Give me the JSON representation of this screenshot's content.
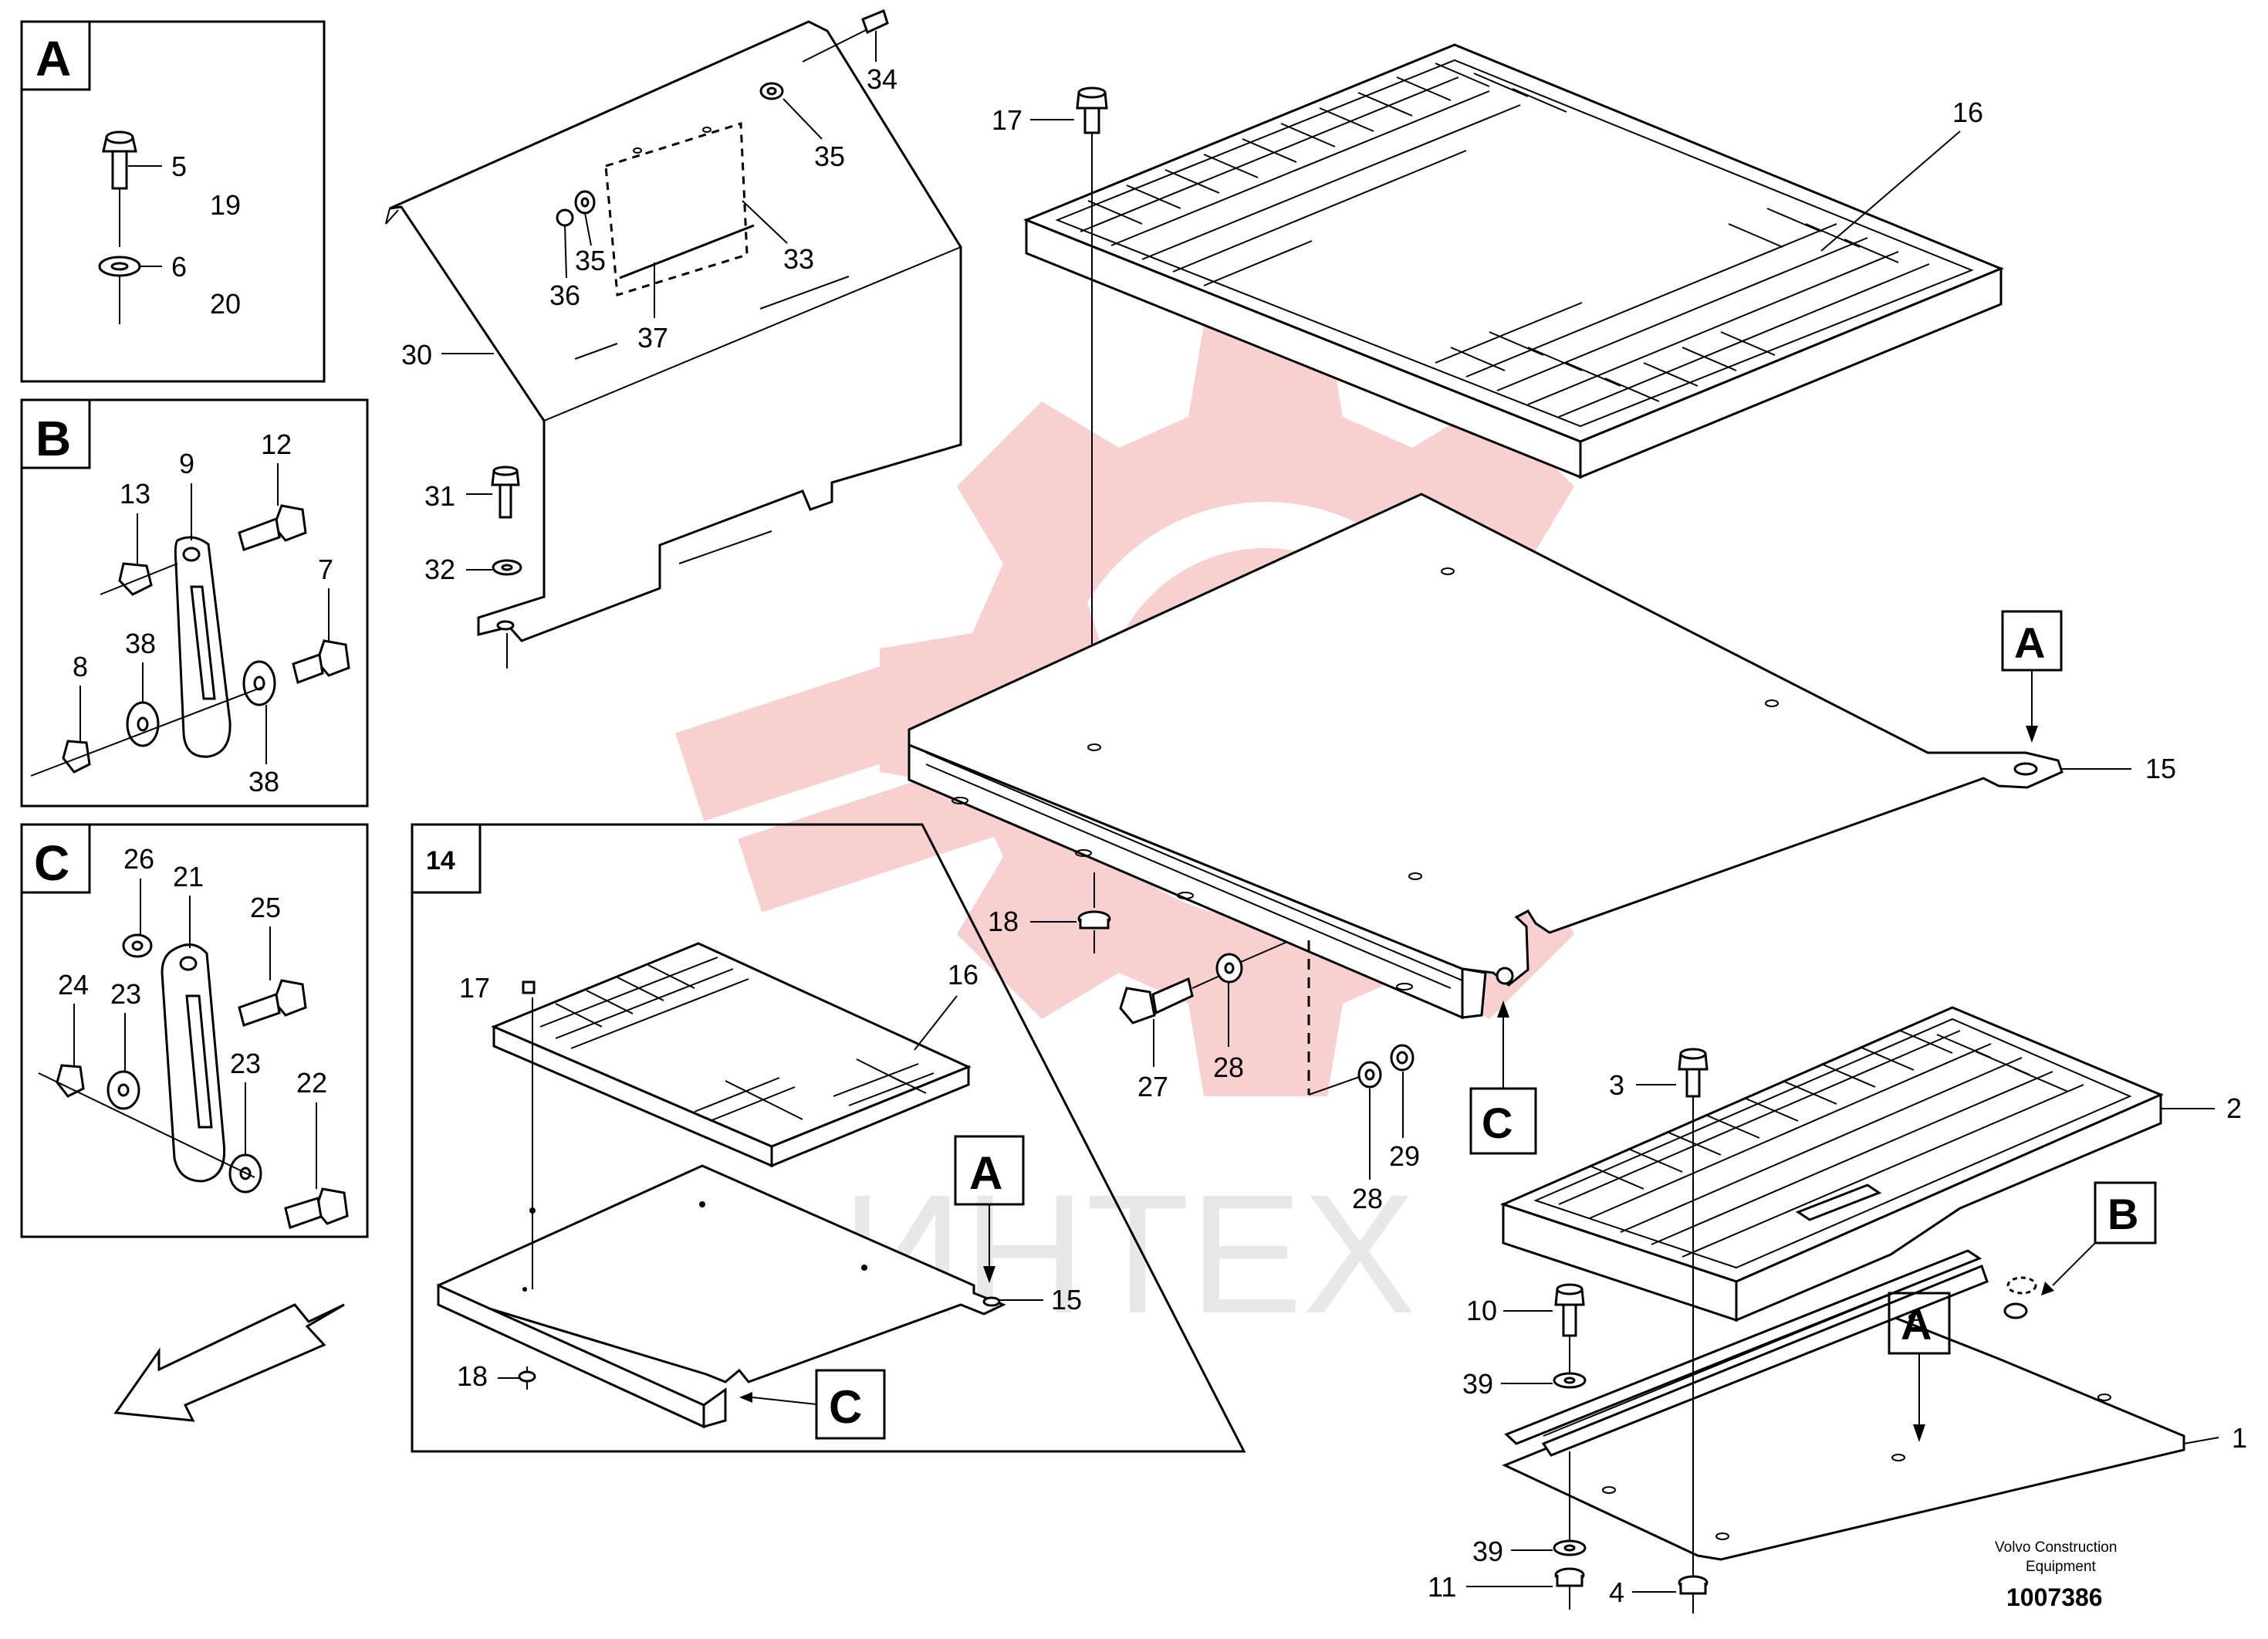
{
  "watermark": {
    "text": "ИНТЕХ",
    "color": "#f2a9a9"
  },
  "footer": {
    "line1": "Volvo Construction",
    "line2": "Equipment",
    "doc_number": "1007386"
  },
  "detail_boxes": {
    "A": {
      "label": "A",
      "callouts": [
        "5",
        "19",
        "6",
        "20"
      ]
    },
    "B": {
      "label": "B",
      "callouts": [
        "13",
        "9",
        "12",
        "7",
        "8",
        "38",
        "38"
      ]
    },
    "C": {
      "label": "C",
      "callouts": [
        "26",
        "21",
        "25",
        "24",
        "23",
        "23",
        "22"
      ]
    },
    "14": {
      "label": "14",
      "callouts": [
        "17",
        "16",
        "A",
        "15",
        "18",
        "C"
      ]
    }
  },
  "main_callouts": [
    "34",
    "35",
    "35",
    "33",
    "36",
    "37",
    "30",
    "31",
    "32",
    "17",
    "16",
    "15",
    "18",
    "27",
    "28",
    "28",
    "29",
    "3",
    "2",
    "10",
    "39",
    "39",
    "11",
    "4",
    "1"
  ],
  "reference_tags": [
    "A",
    "A",
    "B",
    "C"
  ],
  "direction_arrow": "arrow-icon"
}
